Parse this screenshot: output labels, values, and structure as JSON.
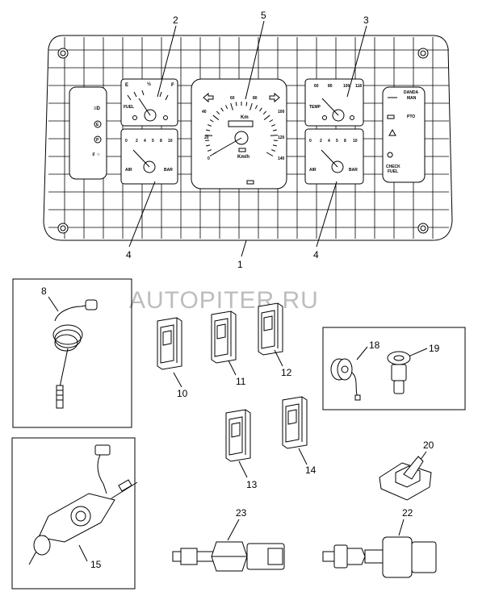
{
  "watermark": "AUTOPITER.RU",
  "callouts": [
    "1",
    "2",
    "3",
    "4",
    "4",
    "5",
    "8",
    "10",
    "11",
    "12",
    "13",
    "14",
    "15",
    "18",
    "19",
    "20",
    "22",
    "23"
  ],
  "fuel_gauge": {
    "e": "E",
    "half": "½",
    "f": "F",
    "label": "FUEL"
  },
  "speedometer": {
    "ticks": [
      "0",
      "20",
      "40",
      "60",
      "80",
      "100",
      "120",
      "140"
    ],
    "km": "Km",
    "unit": "Km/h"
  },
  "temp_gauge": {
    "ticks": [
      "60",
      "80",
      "100",
      "118"
    ],
    "label": "TEMP"
  },
  "air_gauge": {
    "ticks": [
      "0",
      "2",
      "4",
      "5",
      "8",
      "10"
    ],
    "air": "AIR",
    "bar": "BAR"
  },
  "right_panel": {
    "danda": "DANDA",
    "man": "MAN",
    "pto": "PTO",
    "check": "CHECK",
    "fuel": "FUEL"
  }
}
